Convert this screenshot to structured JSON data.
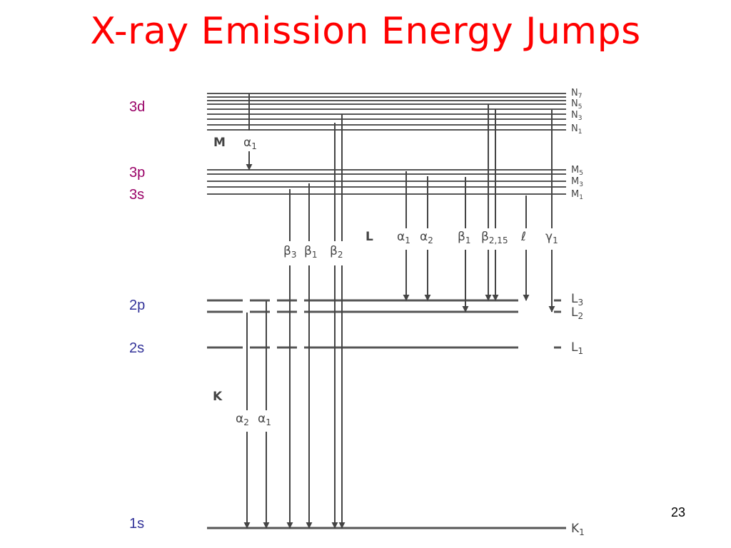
{
  "title": "X-ray Emission Energy Jumps",
  "page_number": "23",
  "colors": {
    "title": "#ff0000",
    "orbital_d_p_s_upper": "#990066",
    "orbital_lower": "#333399",
    "lines": "#555555"
  },
  "orbitals": [
    {
      "label": "3d",
      "color": "#990066"
    },
    {
      "label": "3p",
      "color": "#990066"
    },
    {
      "label": "3s",
      "color": "#990066"
    },
    {
      "label": "2p",
      "color": "#333399"
    },
    {
      "label": "2s",
      "color": "#333399"
    },
    {
      "label": "1s",
      "color": "#333399"
    }
  ],
  "shells": {
    "M": "M",
    "L": "L",
    "K": "K"
  },
  "level_labels": {
    "N7": {
      "base": "N",
      "sub": "7"
    },
    "N5": {
      "base": "N",
      "sub": "5"
    },
    "N3": {
      "base": "N",
      "sub": "3"
    },
    "N1": {
      "base": "N",
      "sub": "1"
    },
    "M5": {
      "base": "M",
      "sub": "5"
    },
    "M3": {
      "base": "M",
      "sub": "3"
    },
    "M1": {
      "base": "M",
      "sub": "1"
    },
    "L3": {
      "base": "L",
      "sub": "3"
    },
    "L2": {
      "base": "L",
      "sub": "2"
    },
    "L1": {
      "base": "L",
      "sub": "1"
    },
    "K1": {
      "base": "K",
      "sub": "1"
    }
  },
  "transitions": {
    "M_alpha1": {
      "base": "α",
      "sub": "1"
    },
    "K_beta3": {
      "base": "β",
      "sub": "3"
    },
    "K_beta1": {
      "base": "β",
      "sub": "1"
    },
    "K_beta2": {
      "base": "β",
      "sub": "2"
    },
    "L_alpha1": {
      "base": "α",
      "sub": "1"
    },
    "L_alpha2": {
      "base": "α",
      "sub": "2"
    },
    "L_beta1": {
      "base": "β",
      "sub": "1"
    },
    "L_beta215": {
      "base": "β",
      "sub": "2,15"
    },
    "L_ell": {
      "base": "ℓ",
      "sub": ""
    },
    "L_gamma1": {
      "base": "γ",
      "sub": "1"
    },
    "K_alpha2": {
      "base": "α",
      "sub": "2"
    },
    "K_alpha1": {
      "base": "α",
      "sub": "1"
    }
  }
}
